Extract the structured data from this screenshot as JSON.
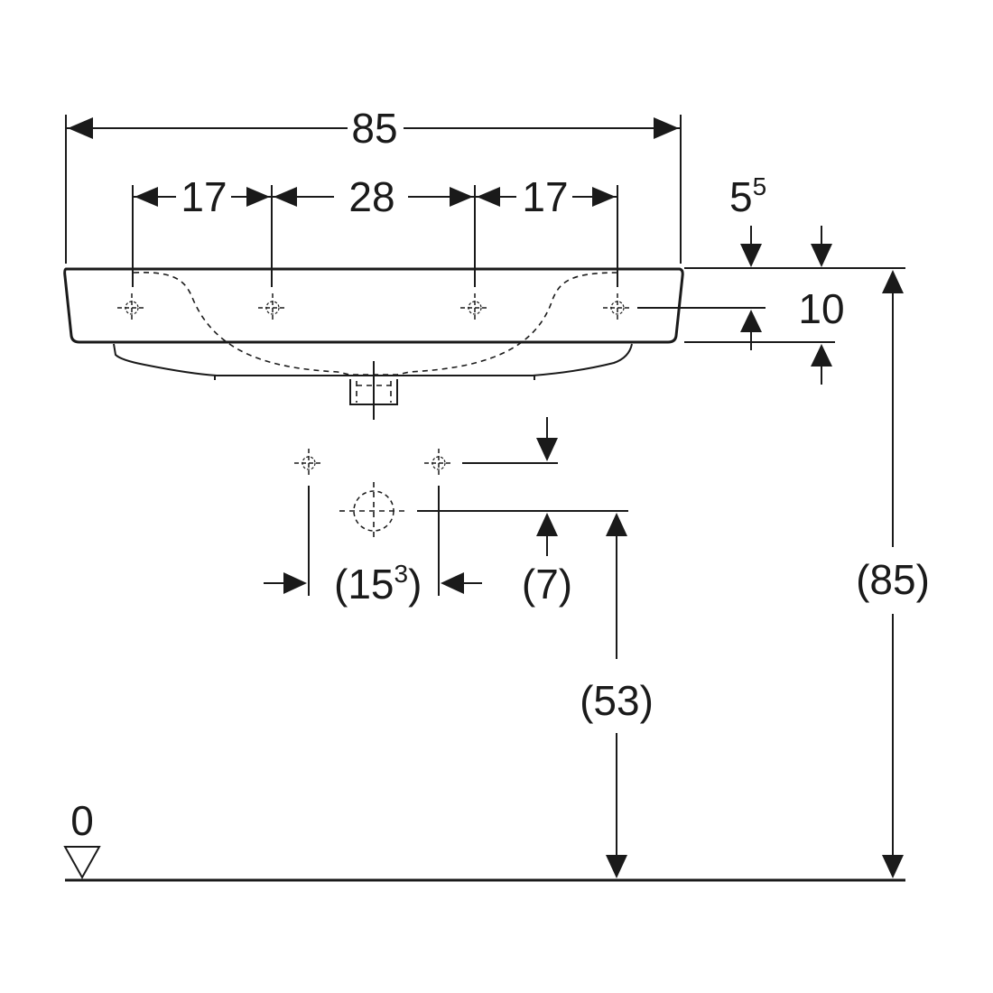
{
  "dimensions": {
    "overall_width": "85",
    "tap_offset_left": "17",
    "tap_spacing_center": "28",
    "tap_offset_right": "17",
    "rim_offset_base": "5",
    "rim_offset_sup": "5",
    "rim_height": "10",
    "mount_spacing_open": "(15",
    "mount_spacing_sup": "3",
    "mount_spacing_close": ")",
    "mount_vertical_offset": "(7)",
    "waste_height": "(53)",
    "rim_total_height": "(85)",
    "floor_level": "0"
  }
}
